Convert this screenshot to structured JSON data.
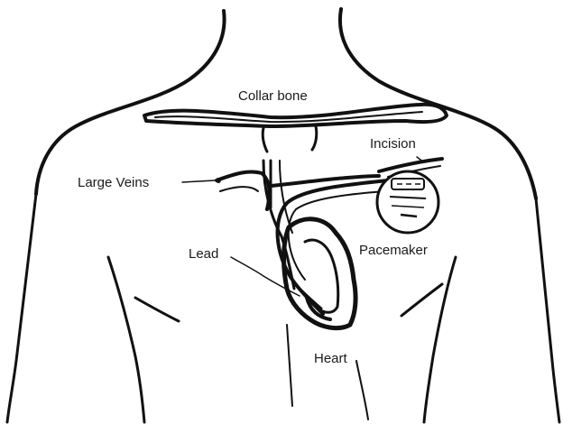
{
  "labels": {
    "collar_bone": "Collar bone",
    "incision": "Incision",
    "large_veins": "Large Veins",
    "pacemaker": "Pacemaker",
    "lead": "Lead",
    "heart": "Heart"
  },
  "colors": {
    "ink": "#111111",
    "background": "#ffffff"
  }
}
